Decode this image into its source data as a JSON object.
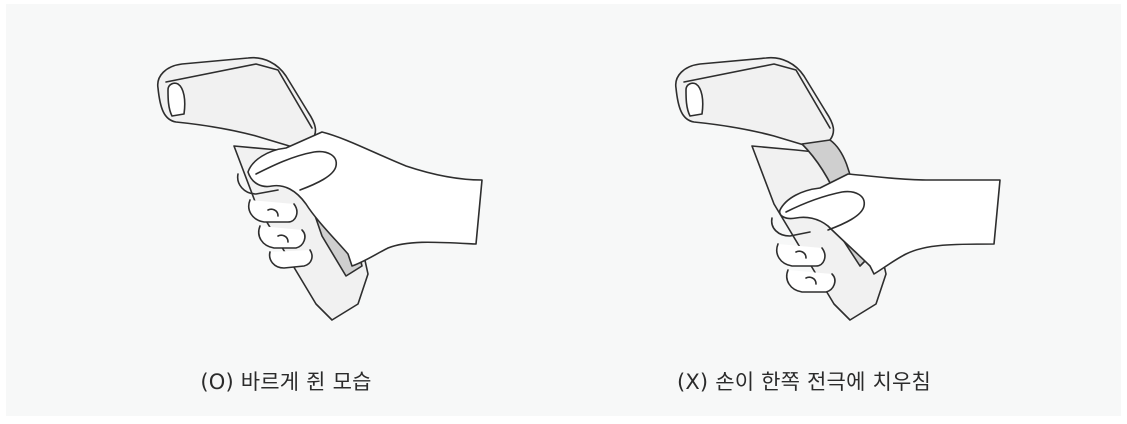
{
  "figures": [
    {
      "illustration_icon": "hand-holding-scanner-correct-grip",
      "caption": "(O) 바르게 쥔 모습"
    },
    {
      "illustration_icon": "hand-holding-scanner-incorrect-grip",
      "caption": "(X) 손이 한쪽 전극에 치우침"
    }
  ],
  "colors": {
    "panel_background": "#f7f8f8",
    "device_body": "#f1f1f1",
    "device_stripe": "#cfcfcf",
    "outline": "#2e2e2e",
    "hand_fill": "#ffffff",
    "caption_text": "#2b2b2b"
  }
}
